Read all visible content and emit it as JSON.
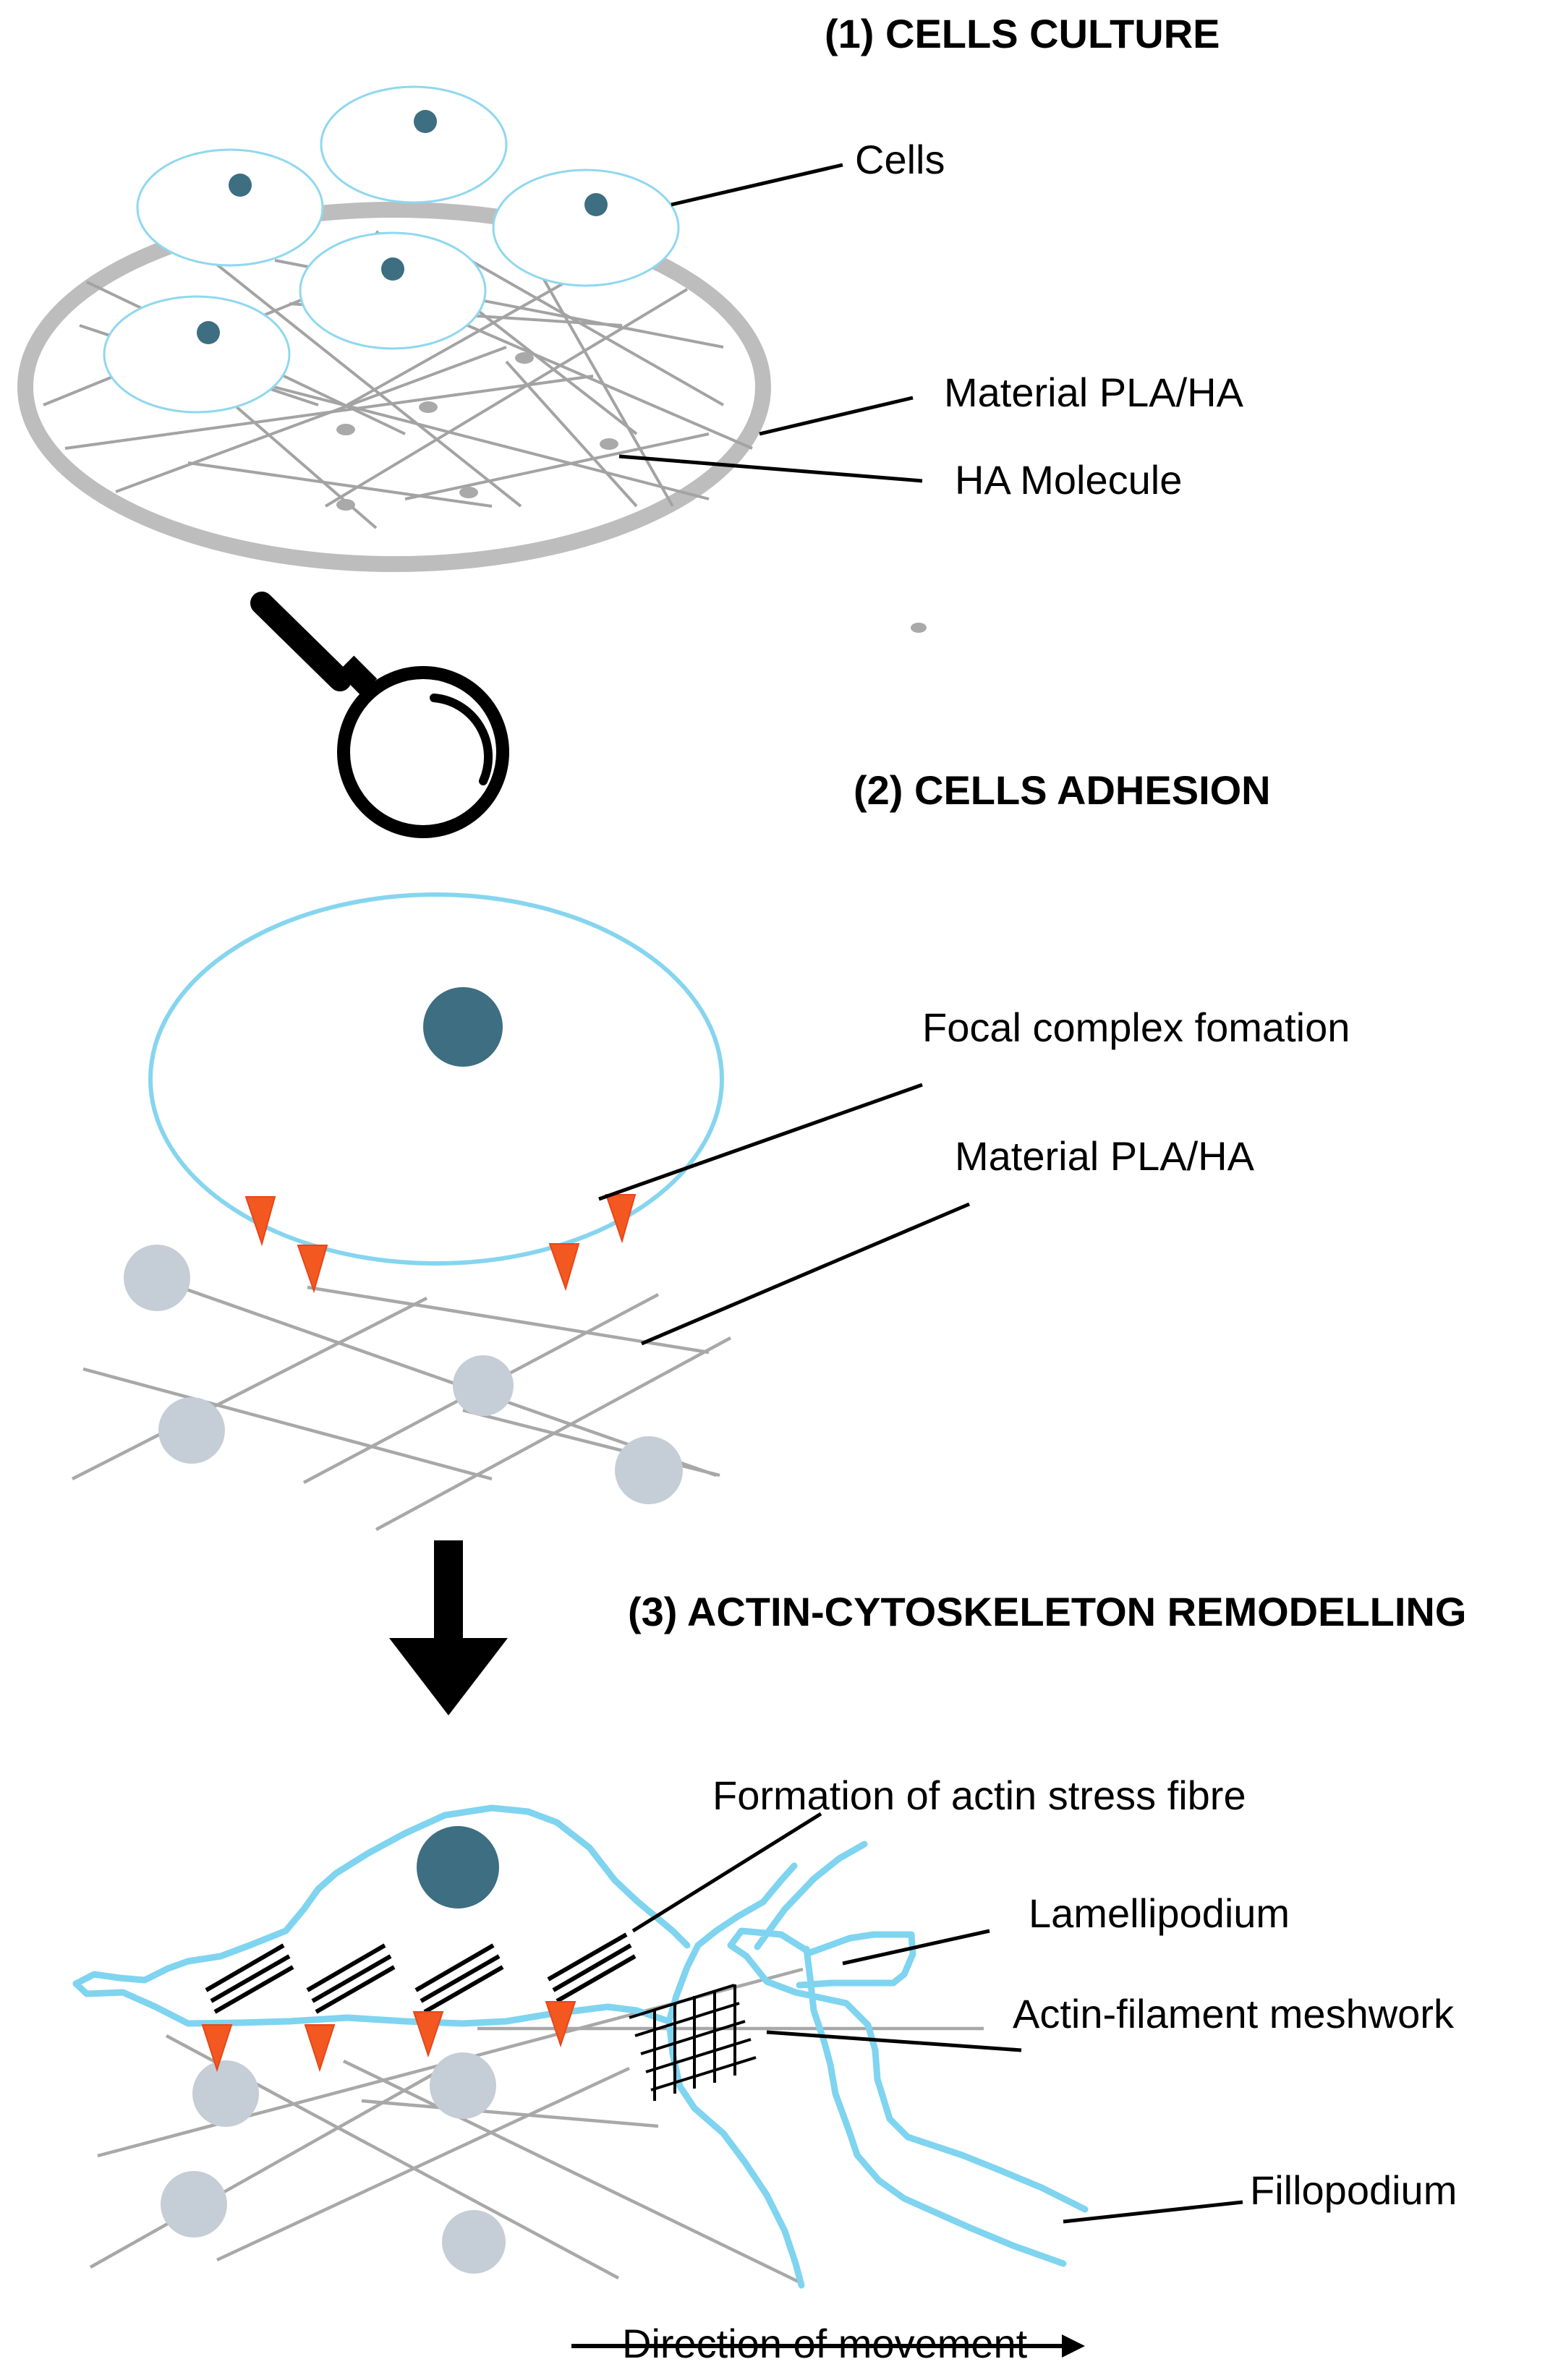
{
  "steps": {
    "culture": "(1) CELLS CULTURE",
    "adhesion": "(2) CELLS ADHESION",
    "remodelling": "(3) ACTIN-CYTOSKELETON REMODELLING"
  },
  "labels": {
    "cells": "Cells",
    "material_1": "Material PLA/HA",
    "ha_molecule": "HA Molecule",
    "focal_complex": "Focal complex fomation",
    "material_2": "Material PLA/HA",
    "stress_fibre": "Formation of actin stress fibre",
    "lamellipodium": "Lamellipodium",
    "meshwork": "Actin-filament meshwork",
    "fillopodium": "Fillopodium",
    "direction": "Direction of movement"
  },
  "icons": [
    "magnifier-icon",
    "down-arrow-icon",
    "right-arrow-icon"
  ],
  "colors": {
    "cell_outline": "#8fd8ef",
    "membrane": "#7fd4f0",
    "nucleus": "#3d6e82",
    "scaffold_ring": "#bdbdbd",
    "fiber": "#a3a3a3",
    "ha_particle": "#c5ced6",
    "adhesion_point": "#f2581f"
  }
}
